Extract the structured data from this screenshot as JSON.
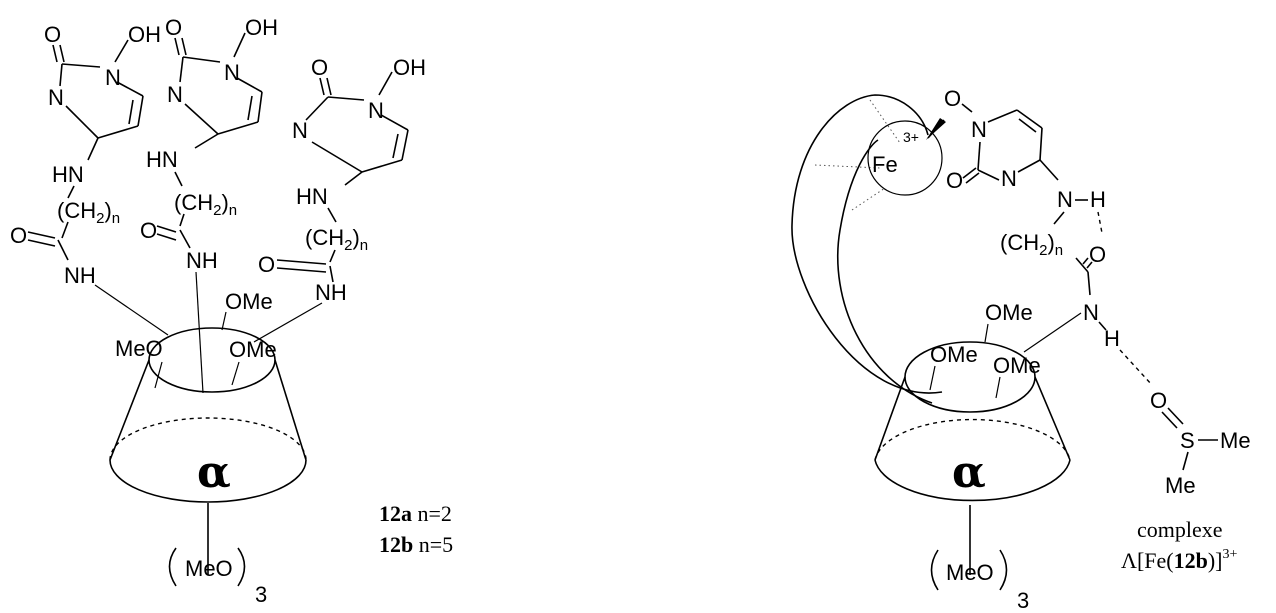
{
  "atoms": {
    "oh": "OH",
    "o": "O",
    "n": "N",
    "nh": "NH",
    "hn": "HN",
    "h": "H",
    "ch2": "(CH",
    "ch2_sub": "2",
    "ch2_close": ")",
    "n_sub": "n",
    "meo": "MeO",
    "ome": "OMe",
    "me": "Me",
    "s": "S",
    "fe": "Fe",
    "fe_charge": "3+",
    "three": "3"
  },
  "cyclodextrin": {
    "alpha": "α"
  },
  "legend": {
    "a_id": "12a",
    "a_text": " n=2",
    "b_id": "12b",
    "b_text": " n=5"
  },
  "complex": {
    "caption_line1": "complexe",
    "caption_prefix": "Λ[Fe(",
    "caption_id": "12b",
    "caption_suffix": ")]",
    "caption_charge": "3+"
  }
}
